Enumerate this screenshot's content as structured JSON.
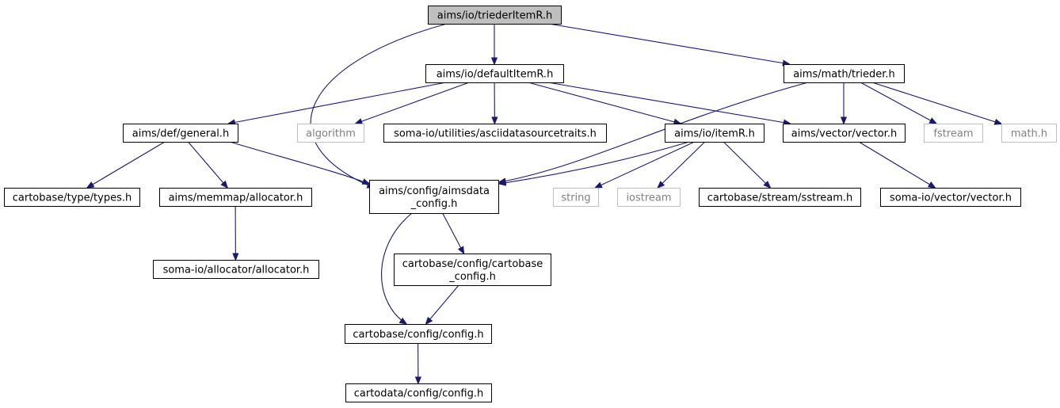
{
  "graph": {
    "nodes": [
      {
        "id": "root",
        "lines": [
          "aims/io/triederItemR.h"
        ],
        "kind": "root"
      },
      {
        "id": "defaultItemR",
        "lines": [
          "aims/io/defaultItemR.h"
        ],
        "kind": "file"
      },
      {
        "id": "trieder",
        "lines": [
          "aims/math/trieder.h"
        ],
        "kind": "file"
      },
      {
        "id": "general",
        "lines": [
          "aims/def/general.h"
        ],
        "kind": "file"
      },
      {
        "id": "algorithm",
        "lines": [
          "algorithm"
        ],
        "kind": "system"
      },
      {
        "id": "asciidatasourcetraits",
        "lines": [
          "soma-io/utilities/asciidatasourcetraits.h"
        ],
        "kind": "file"
      },
      {
        "id": "itemR",
        "lines": [
          "aims/io/itemR.h"
        ],
        "kind": "file"
      },
      {
        "id": "vector",
        "lines": [
          "aims/vector/vector.h"
        ],
        "kind": "file"
      },
      {
        "id": "fstream",
        "lines": [
          "fstream"
        ],
        "kind": "system"
      },
      {
        "id": "mathh",
        "lines": [
          "math.h"
        ],
        "kind": "system"
      },
      {
        "id": "types",
        "lines": [
          "cartobase/type/types.h"
        ],
        "kind": "file"
      },
      {
        "id": "allocator",
        "lines": [
          "aims/memmap/allocator.h"
        ],
        "kind": "file"
      },
      {
        "id": "aimsdata_config",
        "lines": [
          "aims/config/aimsdata",
          "_config.h"
        ],
        "kind": "file"
      },
      {
        "id": "string",
        "lines": [
          "string"
        ],
        "kind": "system"
      },
      {
        "id": "iostream",
        "lines": [
          "iostream"
        ],
        "kind": "system"
      },
      {
        "id": "sstream",
        "lines": [
          "cartobase/stream/sstream.h"
        ],
        "kind": "file"
      },
      {
        "id": "somavector",
        "lines": [
          "soma-io/vector/vector.h"
        ],
        "kind": "file"
      },
      {
        "id": "somaallocator",
        "lines": [
          "soma-io/allocator/allocator.h"
        ],
        "kind": "file"
      },
      {
        "id": "cartobase_config",
        "lines": [
          "cartobase/config/cartobase",
          "_config.h"
        ],
        "kind": "file"
      },
      {
        "id": "cartobaseconfig",
        "lines": [
          "cartobase/config/config.h"
        ],
        "kind": "file"
      },
      {
        "id": "cartodataconfig",
        "lines": [
          "cartodata/config/config.h"
        ],
        "kind": "file"
      }
    ],
    "edges": [
      [
        "root",
        "defaultItemR"
      ],
      [
        "root",
        "trieder"
      ],
      [
        "root",
        "aimsdata_config"
      ],
      [
        "defaultItemR",
        "general"
      ],
      [
        "defaultItemR",
        "algorithm"
      ],
      [
        "defaultItemR",
        "asciidatasourcetraits"
      ],
      [
        "defaultItemR",
        "itemR"
      ],
      [
        "defaultItemR",
        "vector"
      ],
      [
        "trieder",
        "aimsdata_config"
      ],
      [
        "trieder",
        "vector"
      ],
      [
        "trieder",
        "fstream"
      ],
      [
        "trieder",
        "mathh"
      ],
      [
        "general",
        "types"
      ],
      [
        "general",
        "allocator"
      ],
      [
        "general",
        "aimsdata_config"
      ],
      [
        "itemR",
        "aimsdata_config"
      ],
      [
        "itemR",
        "string"
      ],
      [
        "itemR",
        "iostream"
      ],
      [
        "itemR",
        "sstream"
      ],
      [
        "vector",
        "somavector"
      ],
      [
        "allocator",
        "somaallocator"
      ],
      [
        "aimsdata_config",
        "cartobase_config"
      ],
      [
        "aimsdata_config",
        "cartobaseconfig"
      ],
      [
        "cartobase_config",
        "cartobaseconfig"
      ],
      [
        "cartobaseconfig",
        "cartodataconfig"
      ]
    ]
  },
  "colors": {
    "edge": "#191970",
    "root_fill": "#bfbfbf",
    "box_stroke": "#000000",
    "system_stroke": "#bfbfbf",
    "system_text": "#808080"
  }
}
